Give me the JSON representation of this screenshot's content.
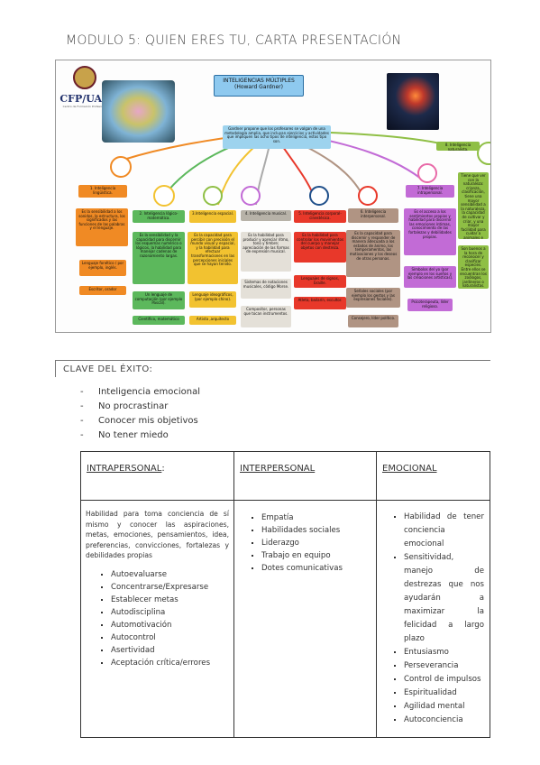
{
  "page_title": "MODULO 5: QUIEN ERES TU, CARTA PRESENTACIÓN",
  "mindmap": {
    "logo_text": "CFP/UAX",
    "logo_sub": "Centro de Formación Profesional",
    "central": "INTELIGENCIAS MÚLTIPLES (Howard Gardner)",
    "intro": "Gardner propone que los profesores se valgan de una metodología amplia, que incluyan ejercicios y actividades que impliquen las ocho tipos de inteligencia, estos tipo son.",
    "nodes": [
      {
        "title": "1. Inteligencia lingüística.",
        "desc": "Es la sensibilidad a los sonidos, la estructura, los significados y las funciones de las palabras y el lenguaje.",
        "example": "Lenguaje fonético / por ejemplo, inglés.",
        "person": "Escritor, orador"
      },
      {
        "title": "2. Inteligencia lógico-matemática.",
        "desc": "Es la sensibilidad y la capacidad para discernir los esquemas numérico o lógicos, la habilidad para manejar cadenas de razonamiento largas.",
        "example": "Un lenguaje de computación (por ejemplo Pascal).",
        "person": "Científico, matemático"
      },
      {
        "title": "3.Inteligencia espacial.",
        "desc": "Es la capacidad para percibir con precisión el mundo visual y espacial, y la habilidad para efectuar transformaciones en las percepciones iniciales que se hayan tenido.",
        "example": "Lenguaje ideográficos, (por ejemplo chino).",
        "person": "Artista ,arquitecto"
      },
      {
        "title": "4. Inteligencia musical.",
        "desc": "Es la habilidad para producir y apreciar ritmo, tono y timbre; apreciación de las formas de expresión musical.",
        "example": "Sistemas de notaciones musicales, código Morse.",
        "person": "Compositor, personas que tocan instrumentos."
      },
      {
        "title": "5. Inteligencia corporal-cinestésica.",
        "desc": "Es la habilidad para controlar los movimientos del cuerpo y manejar objetos con destreza.",
        "example": "Lenguajes de signos, braille.",
        "person": "Atleta, bailarín, escultor."
      },
      {
        "title": "6. Inteligencia interpersonal.",
        "desc": "Es la capacidad para discernir y responder de manera adecuada a los estados de ánimo, los temperamentos, las motivaciones y los deseos de otras personas.",
        "example": "Señales sociales (por ejemplo los gestos y las expresiones faciales).",
        "person": "Consejero, líder político."
      },
      {
        "title": "7. Inteligencia intrapersonal.",
        "desc": "Es el acceso a los sentimientos propios y habilidad para discernir las emociones íntimas, conocimiento de las fortalezas y debilidades propias.",
        "example": "Símbolos del yo (por ejemplo en los sueños y las creaciones artísticas).",
        "person": "Psicoterapeuta, líder religioso."
      },
      {
        "title": "8. Inteligencia naturalista.",
        "desc": "Tiene que ver con la naturaleza: crianza, clasificación, tiene una mayor sensibilidad a la naturaleza, la capacidad de cultivar y criar, y una mayor facilidad para cuidar a animales e interactuar con ellos.",
        "example": "Son buenos a la hora de reconocer y clasificar especies. Entre ellos se encuentran los zoólogos, jardineros o naturalistas.",
        "person": ""
      }
    ],
    "colors": {
      "orange": "#f08a24",
      "green": "#5cb85c",
      "yellow": "#f2c230",
      "grey": "#b7b2a8",
      "red": "#e8382a",
      "brown": "#b09483",
      "purple": "#c26bd6",
      "olive": "#8fbf45",
      "blue": "#8ec9ef",
      "intro": "#9dd3ee"
    }
  },
  "clave": {
    "heading": "CLAVE DEL ÉXITO:",
    "items": [
      "Inteligencia emocional",
      "No procrastinar",
      "Conocer mis objetivos",
      "No tener miedo"
    ]
  },
  "table": {
    "headers": [
      "INTRAPERSONAL",
      "INTERPERSONAL",
      "EMOCIONAL"
    ],
    "header1_suffix": ":",
    "intra_text": "Habilidad para toma conciencia de sí mismo y conocer las aspiraciones, metas, emociones, pensamientos, idea, preferencias, convicciones, fortalezas y debilidades propias",
    "intra_items": [
      "Autoevaluarse",
      "Concentrarse/Expresarse",
      "Establecer metas",
      "Autodisciplina",
      "Automotivación",
      "Autocontrol",
      "Asertividad",
      "Aceptación crítica/errores"
    ],
    "inter_items": [
      "Empatía",
      "Habilidades sociales",
      "Liderazgo",
      "Trabajo en equipo",
      "Dotes comunicativas"
    ],
    "emo_items": [
      "Habilidad de tener conciencia emocional",
      "Sensitividad, manejo de destrezas que nos ayudarán a maximizar la felicidad a largo plazo",
      "Entusiasmo",
      "Perseverancia",
      "Control de impulsos",
      "Espiritualidad",
      "Agilidad mental",
      "Autoconciencia"
    ]
  }
}
